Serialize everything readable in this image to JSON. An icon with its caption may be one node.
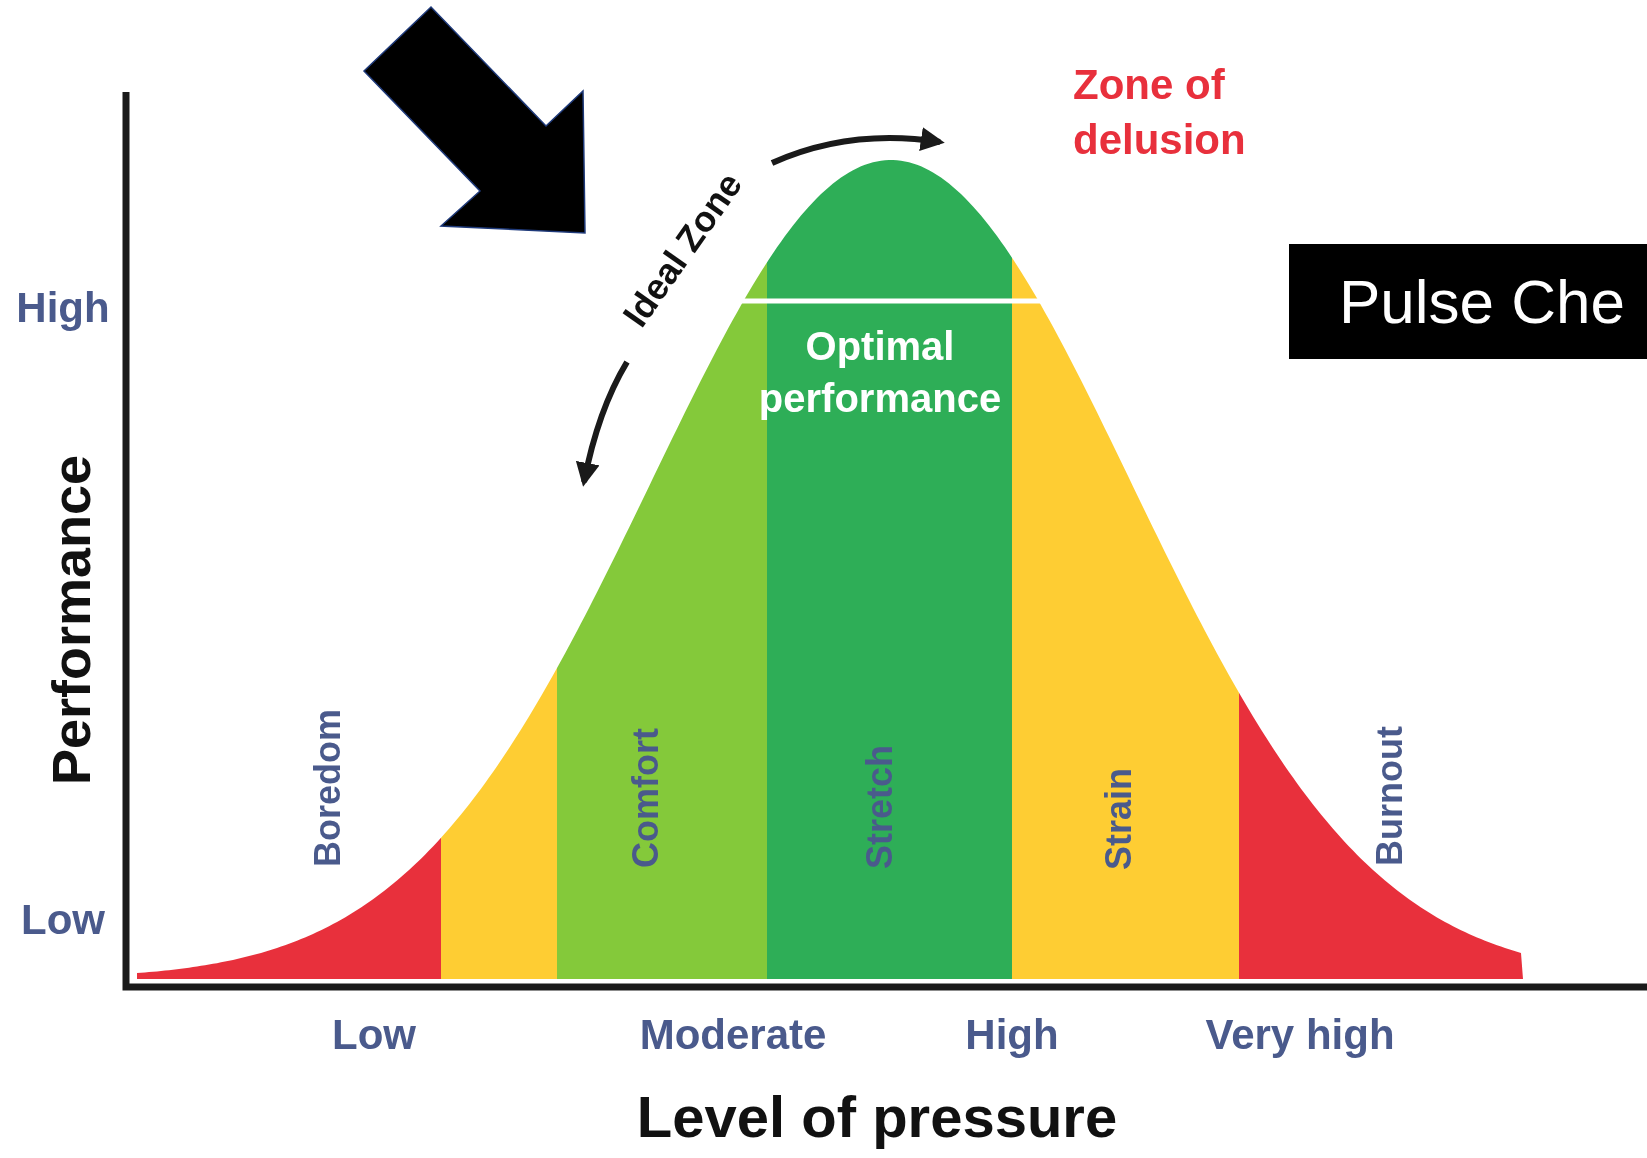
{
  "diagram": {
    "nodes": [
      {
        "text": [
          "Pulse Che"
        ]
      }
    ],
    "labels": [
      "Zone of delusion",
      "Ideal Zone",
      "High",
      "Optimal performance",
      "Performance",
      "Low",
      "Boredom",
      "Comfort",
      "Stretch",
      "Strain",
      "Burnout",
      "Low",
      "Moderate",
      "High",
      "Very high",
      "Level of pressure"
    ]
  }
}
